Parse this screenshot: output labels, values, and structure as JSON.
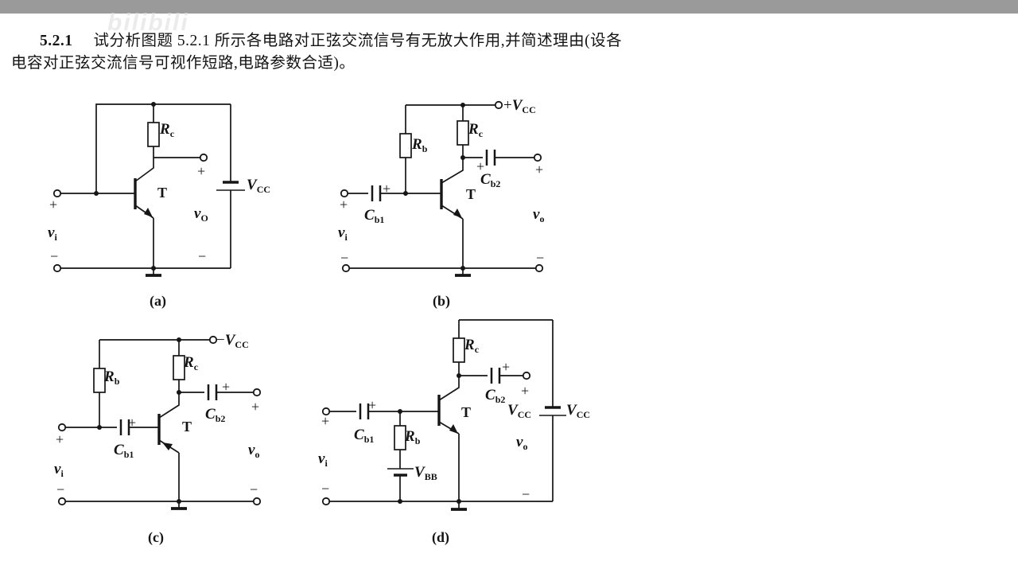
{
  "colors": {
    "top_bar": "#9a9a9a",
    "paper": "#ffffff",
    "ink": "#161616"
  },
  "watermark": "bilibili",
  "problem": {
    "number": "5.2.1",
    "line1": "试分析图题 5.2.1 所示各电路对正弦交流信号有无放大作用,并简述理由(设各",
    "line2": "电容对正弦交流信号可视作短路,电路参数合适)。"
  },
  "circuits": {
    "a": {
      "caption": "(a)",
      "T": "T",
      "vi_main": "v",
      "vi_sub": "i",
      "in_plus": "+",
      "in_minus": "−",
      "Rc_main": "R",
      "Rc_sub": "c",
      "out_plus": "+",
      "vo_main": "v",
      "vo_sub": "O",
      "out_minus": "−",
      "vcc_main": "V",
      "vcc_sub": "CC"
    },
    "b": {
      "caption": "(b)",
      "T": "T",
      "vi_main": "v",
      "vi_sub": "i",
      "in_plus": "+",
      "in_minus": "−",
      "Cb1_main": "C",
      "Cb1_sub": "b1",
      "cap1_plus": "+",
      "Rb_main": "R",
      "Rb_sub": "b",
      "Rc_main": "R",
      "Rc_sub": "c",
      "vcc_sign": "+",
      "vcc_main": "V",
      "vcc_sub": "CC",
      "cap2_plus": "+",
      "Cb2_main": "C",
      "Cb2_sub": "b2",
      "out_plus": "+",
      "vo_main": "v",
      "vo_sub": "o",
      "out_minus": "−"
    },
    "c": {
      "caption": "(c)",
      "T": "T",
      "vi_main": "v",
      "vi_sub": "i",
      "in_plus": "+",
      "in_minus": "−",
      "Rb_main": "R",
      "Rb_sub": "b",
      "Cb1_main": "C",
      "Cb1_sub": "b1",
      "cap1_plus": "+",
      "Rc_main": "R",
      "Rc_sub": "c",
      "vcc_sign": "−",
      "vcc_main": "V",
      "vcc_sub": "CC",
      "cap2_plus": "+",
      "Cb2_main": "C",
      "Cb2_sub": "b2",
      "out_plus": "+",
      "vo_main": "v",
      "vo_sub": "o",
      "out_minus": "−"
    },
    "d": {
      "caption": "(d)",
      "T": "T",
      "vi_main": "v",
      "vi_sub": "i",
      "in_plus": "+",
      "in_minus": "−",
      "Cb1_main": "C",
      "Cb1_sub": "b1",
      "cap1_plus": "+",
      "Rb_main": "R",
      "Rb_sub": "b",
      "Vbb_main": "V",
      "Vbb_sub": "BB",
      "Rc_main": "R",
      "Rc_sub": "c",
      "cap2_plus": "+",
      "Cb2_main": "C",
      "Cb2_sub": "b2",
      "out_plus": "+",
      "vo_main": "v",
      "vo_sub": "o",
      "out_minus": "−",
      "vccL_main": "V",
      "vccL_sub": "CC",
      "vccR_main": "V",
      "vccR_sub": "CC"
    }
  }
}
